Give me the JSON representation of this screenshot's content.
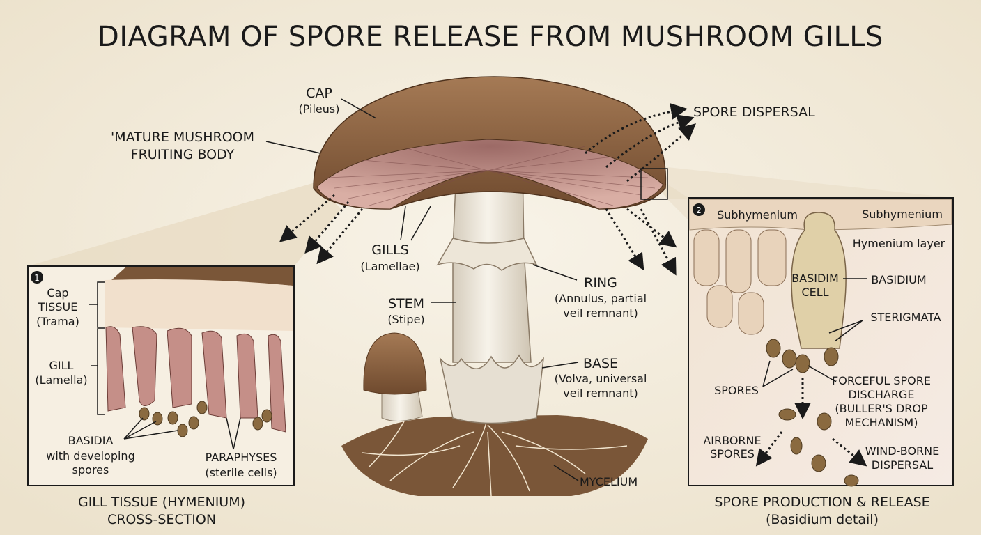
{
  "title": "DIAGRAM OF SPORE RELEASE FROM MUSHROOM GILLS",
  "main_labels": {
    "cap": "CAP",
    "cap_sub": "(Pileus)",
    "fruiting_1": "'MATURE MUSHROOM",
    "fruiting_2": "FRUITING BODY",
    "spore_dispersal": "SPORE DISPERSAL",
    "gills": "GILLS",
    "gills_sub": "(Lamellae)",
    "stem": "STEM",
    "stem_sub": "(Stipe)",
    "ring": "RING",
    "ring_sub_1": "(Annulus, partial",
    "ring_sub_2": "veil remnant)",
    "base": "BASE",
    "base_sub_1": "(Volva, universal",
    "base_sub_2": "veil remnant)",
    "mycelium": "MYCELIUM"
  },
  "panel1": {
    "badge": "1",
    "cap_1": "Cap",
    "cap_2": "TISSUE",
    "cap_3": "(Trama)",
    "gill_1": "GILL",
    "gill_2": "(Lamella)",
    "basidia_1": "BASIDIA",
    "basidia_2": "with developing",
    "basidia_3": "spores",
    "paraphyses_1": "PARAPHYSES",
    "paraphyses_2": "(sterile cells)",
    "caption_1": "GILL TISSUE (HYMENIUM)",
    "caption_2": "CROSS-SECTION"
  },
  "panel2": {
    "badge": "2",
    "subhymenium_left": "Subhymenium",
    "subhymenium_right": "Subhymenium",
    "hymenium": "Hymenium layer",
    "cell_1": "BASIDIM",
    "cell_2": "CELL",
    "basidium": "BASIDIUM",
    "sterigmata": "STERIGMATA",
    "spores": "SPORES",
    "discharge_1": "FORCEFUL SPORE",
    "discharge_2": "DISCHARGE",
    "discharge_3": "(BULLER'S DROP",
    "discharge_4": "MECHANISM)",
    "airborne_1": "AIRBORNE",
    "airborne_2": "SPORES",
    "wind_1": "WIND-BORNE",
    "wind_2": "DISPERSAL",
    "caption_1": "SPORE PRODUCTION & RELEASE",
    "caption_2": "(Basidium detail)"
  },
  "colors": {
    "background": "#f3ecdd",
    "cap": "#8a6240",
    "gills": "#c99a92",
    "stem": "#ece6da",
    "soil": "#6b4a30",
    "spore": "#8a6a40"
  }
}
